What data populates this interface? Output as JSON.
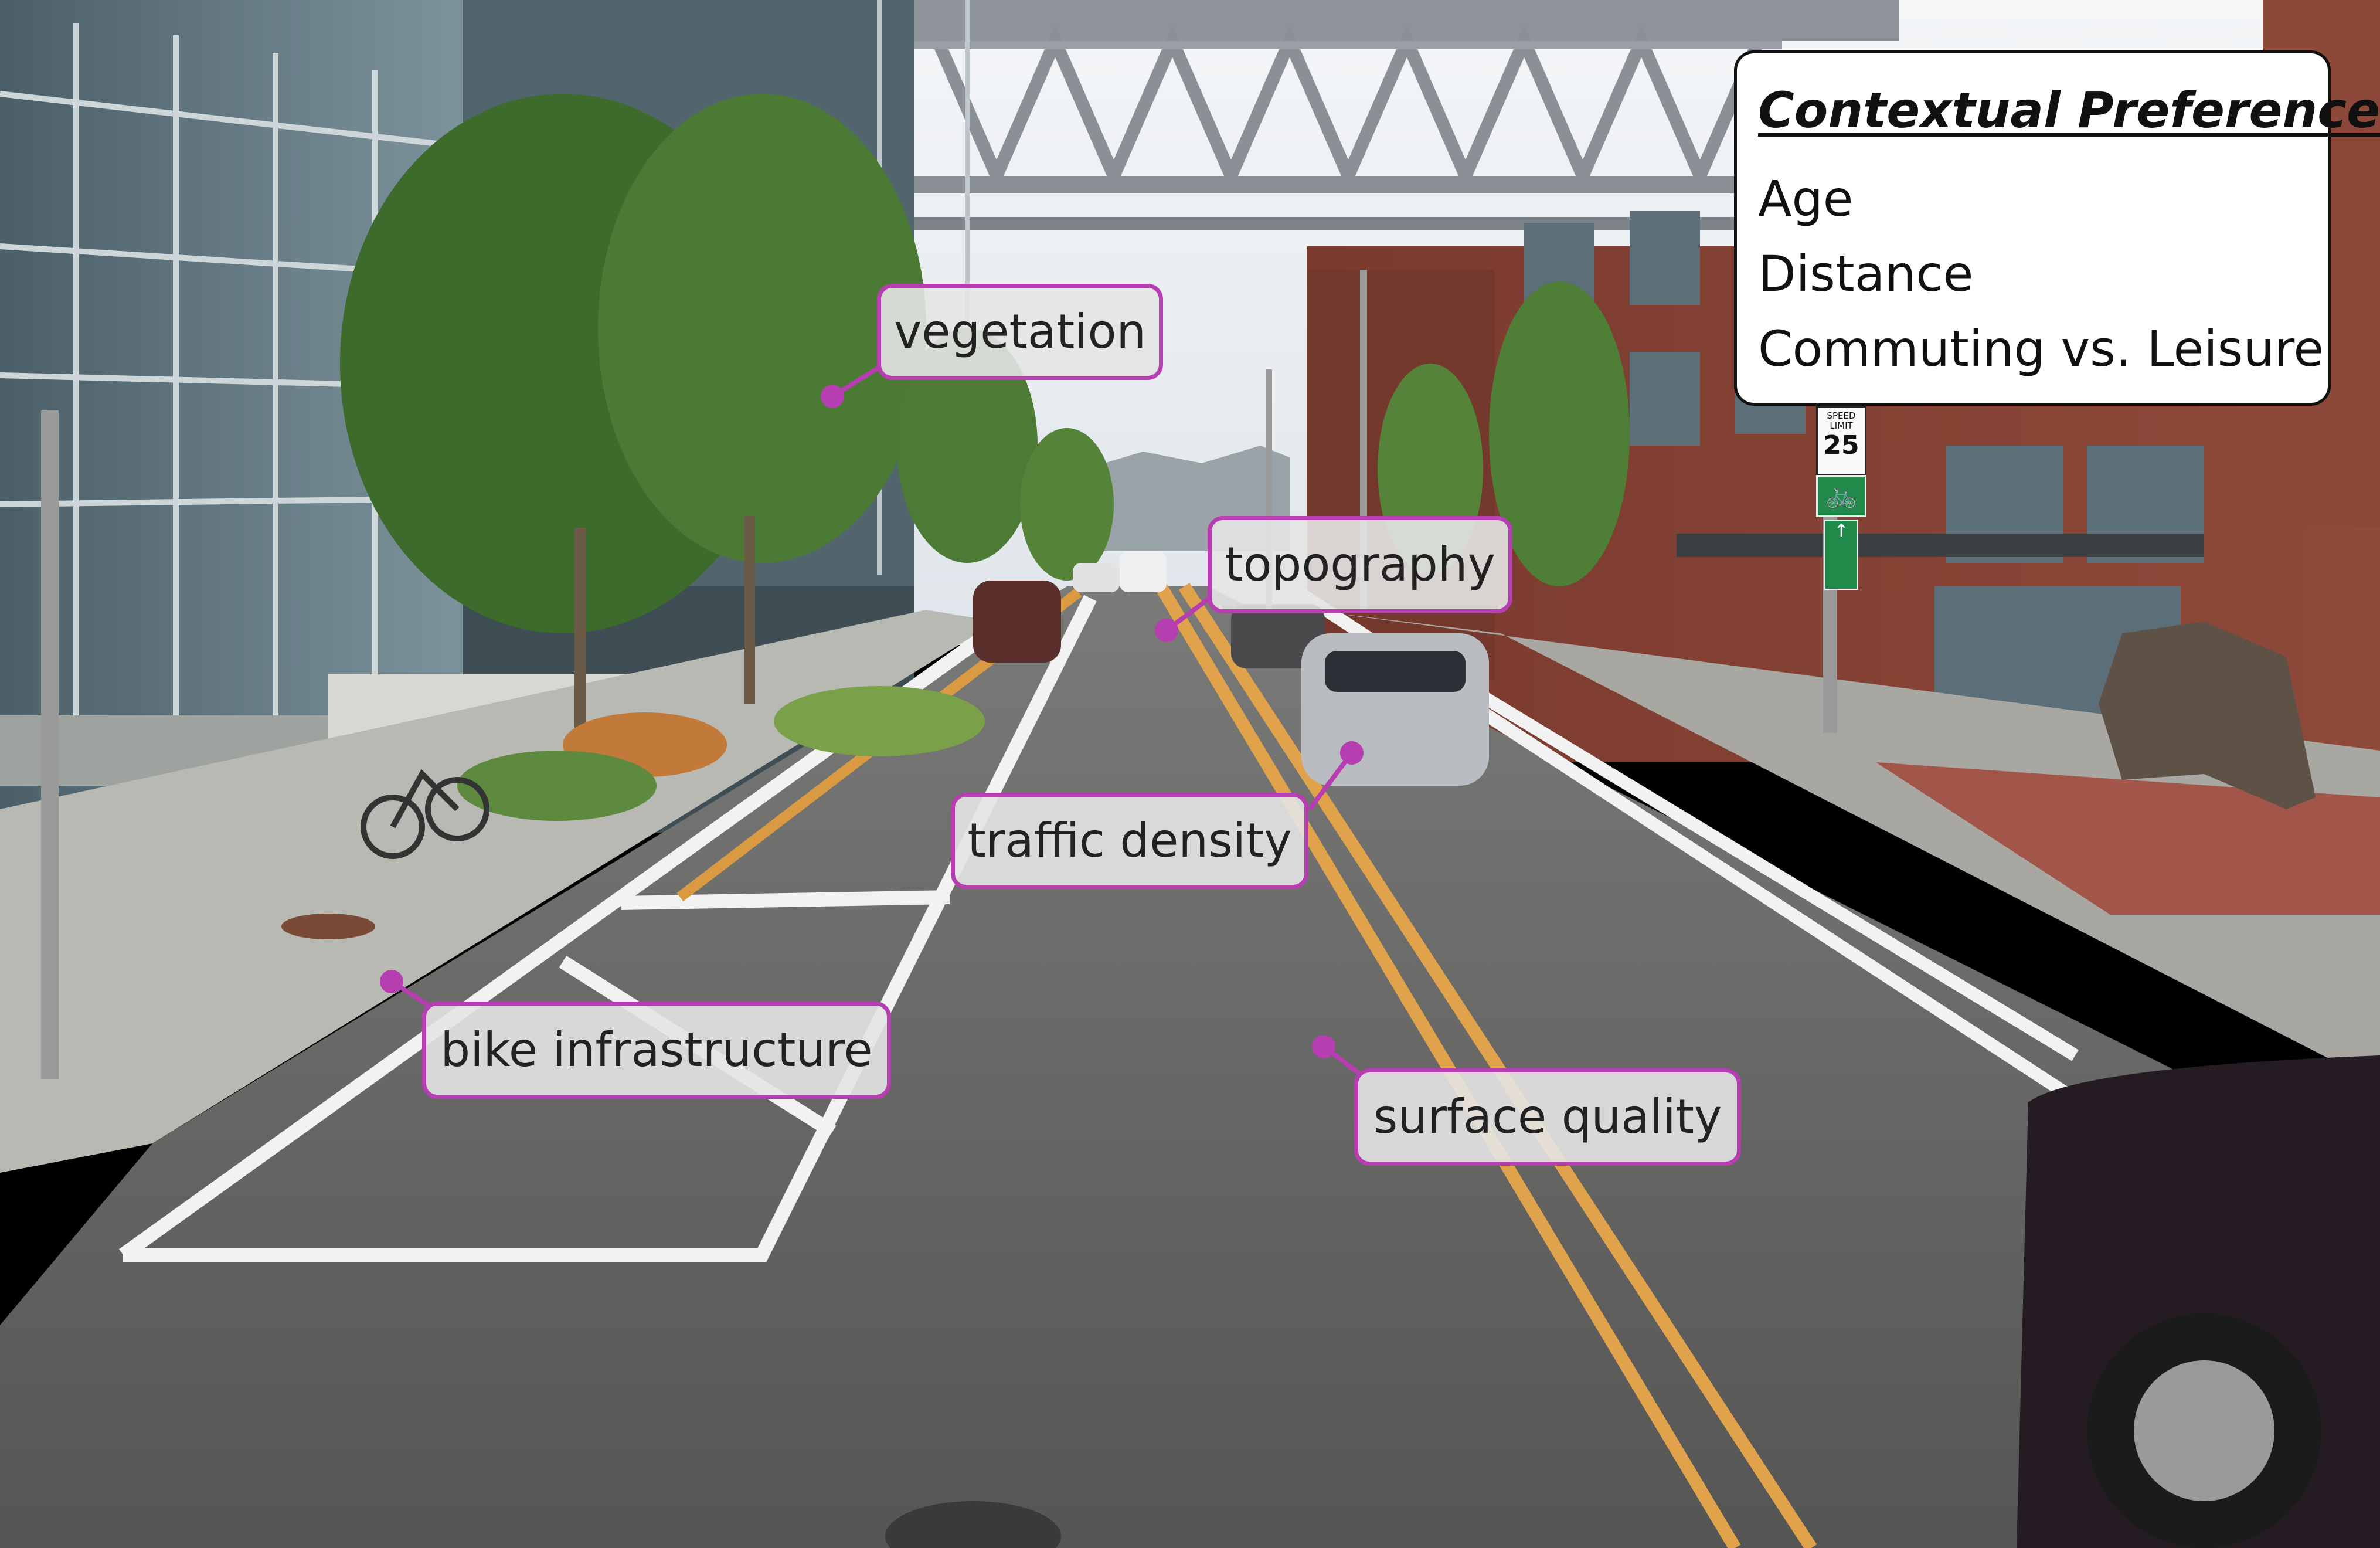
{
  "labels": {
    "vegetation": "vegetation",
    "topography": "topography",
    "traffic_density": "traffic density",
    "bike_infrastructure": "bike infrastructure",
    "surface_quality": "surface quality"
  },
  "preferences": {
    "title": "Contextual Preferences",
    "items": [
      "Age",
      "Distance",
      "Commuting vs. Leisure"
    ]
  },
  "signs": {
    "speed_limit_heading": "SPEED LIMIT",
    "speed_limit_value": "25",
    "bike_symbol": "bicycle-icon",
    "route_arrow": "arrow-up-icon"
  },
  "colors": {
    "annotation": "#b63eb1",
    "label_fill": "#e4e4e4",
    "road": "#5f5f5e",
    "center_line": "#e0a24a"
  }
}
